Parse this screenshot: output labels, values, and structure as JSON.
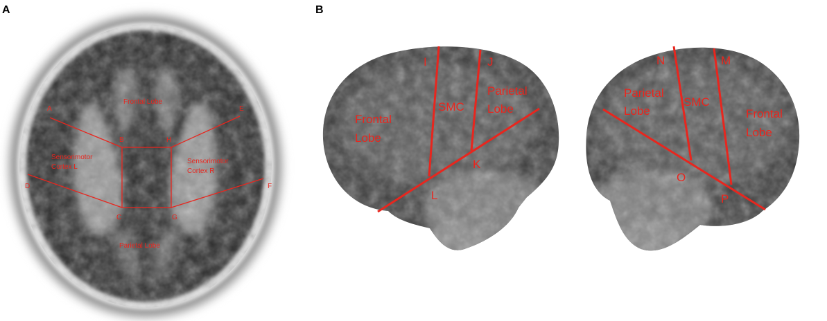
{
  "panels": {
    "a": {
      "letter": "A"
    },
    "b": {
      "letter": "B"
    }
  },
  "axial": {
    "regions": {
      "frontal": "Frontal Lobe",
      "sm_left_1": "Sensorimotor",
      "sm_left_2": "Cortex L",
      "sm_right_1": "Sensorimotor",
      "sm_right_2": "Cortex R",
      "parietal": "Parietal Lobe"
    },
    "points": {
      "A": "A",
      "B": "B",
      "C": "C",
      "D": "D",
      "E": "E",
      "F": "F",
      "G": "G",
      "H": "H"
    }
  },
  "lateral_left": {
    "regions": {
      "frontal_1": "Frontal",
      "frontal_2": "Lobe",
      "smc": "SMC",
      "parietal_1": "Parietal",
      "parietal_2": "Lobe"
    },
    "points": {
      "I": "I",
      "J": "J",
      "K": "K",
      "L": "L"
    }
  },
  "lateral_right": {
    "regions": {
      "parietal_1": "Parietal",
      "parietal_2": "Lobe",
      "smc": "SMC",
      "frontal_1": "Frontal",
      "frontal_2": "Lobe"
    },
    "points": {
      "N": "N",
      "M": "M",
      "O": "O",
      "P": "P"
    }
  },
  "colors": {
    "annotation": "#e8261e",
    "background": "#ffffff"
  }
}
